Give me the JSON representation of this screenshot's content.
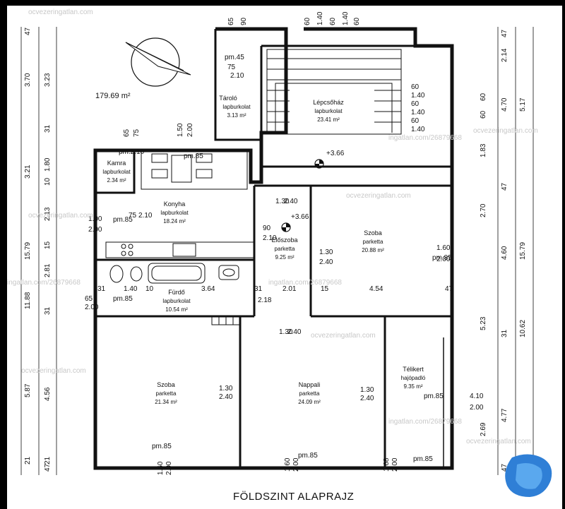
{
  "area_total": "179.69 m²",
  "title": "FÖLDSZINT ALAPRAJZ",
  "rooms": [
    {
      "key": "taroló",
      "name": "Tároló",
      "floor": "lapburkolat",
      "area": "3.13 m²"
    },
    {
      "key": "lepcsohaz",
      "name": "Lépcsőház",
      "floor": "lapburkolat",
      "area": "23.41 m²"
    },
    {
      "key": "kamra",
      "name": "Kamra",
      "floor": "lapburkolat",
      "area": "2.34 m²"
    },
    {
      "key": "konyha",
      "name": "Konyha",
      "floor": "lapburkolat",
      "area": "18.24 m²"
    },
    {
      "key": "eloszoba",
      "name": "Előszoba",
      "floor": "parketta",
      "area": "9.25 m²"
    },
    {
      "key": "szoba1",
      "name": "Szoba",
      "floor": "parketta",
      "area": "20.88 m²"
    },
    {
      "key": "furdo",
      "name": "Fürdő",
      "floor": "lapburkolat",
      "area": "10.54 m²"
    },
    {
      "key": "szoba2",
      "name": "Szoba",
      "floor": "parketta",
      "area": "21.34 m²"
    },
    {
      "key": "nappali",
      "name": "Nappali",
      "floor": "parketta",
      "area": "24.09 m²"
    },
    {
      "key": "telikert",
      "name": "Télikert",
      "floor": "hajópadló",
      "area": "9.35 m²"
    }
  ],
  "levels": [
    "+3.66",
    "+3.66"
  ],
  "dims_left_outer": [
    "47",
    "3.70",
    "3.21",
    "15.79",
    "11.88",
    "5.87",
    "21"
  ],
  "dims_left_inner": [
    "3.23",
    "31",
    "1.80",
    "10",
    "2.13",
    "15",
    "2.81",
    "31",
    "4.56",
    "21",
    "47"
  ],
  "dims_right": [
    "2.14",
    "47",
    "60",
    "60",
    "4.70",
    "5.17",
    "1.83",
    "47",
    "2.70",
    "4.60",
    "15.79",
    "31",
    "5.23",
    "10.62",
    "4.77",
    "2.69",
    "47"
  ],
  "top_dims": [
    "65",
    "90",
    "60",
    "1.40",
    "60",
    "1.40",
    "60"
  ],
  "stair_dims": [
    "60",
    "1.40",
    "60",
    "1.40",
    "60",
    "1.40"
  ],
  "window_dims": [
    "pm.45",
    "75",
    "2.10",
    "pm.2.10",
    "65",
    "75",
    "1.50",
    "2.00",
    "pm.85",
    "75",
    "2.10",
    "1.00",
    "2.00",
    "pm.85",
    "1.30",
    "2.40",
    "90",
    "2.10",
    "1.30",
    "2.40",
    "1.60",
    "2.00",
    "pm.85",
    "31",
    "1.40",
    "10",
    "3.64",
    "31",
    "2.01",
    "15",
    "4.54",
    "47",
    "65",
    "2.00",
    "pm.85",
    "2.18",
    "1.30",
    "2.40",
    "1.30",
    "2.40",
    "1.30",
    "2.40",
    "4.10",
    "2.00",
    "pm.85",
    "pm.85",
    "1.60",
    "2.00",
    "pm.85",
    "1.68",
    "2.00",
    "pm.85",
    "1.60",
    "2.00"
  ],
  "watermarks": [
    "ocvezeringatlan.com",
    "ingatlan.com/26879668",
    "ocvezeringatlan.com",
    "ingatlan.com/26879668",
    "ocvezeringatlan.com",
    "ocvezeringatlan.com",
    "ingatlan.com/26879668",
    "ocvezeringatlan.com",
    "ingatlan.com/26879668",
    "ocvezeringatlan.com",
    "ocvezeringatlan.com"
  ]
}
